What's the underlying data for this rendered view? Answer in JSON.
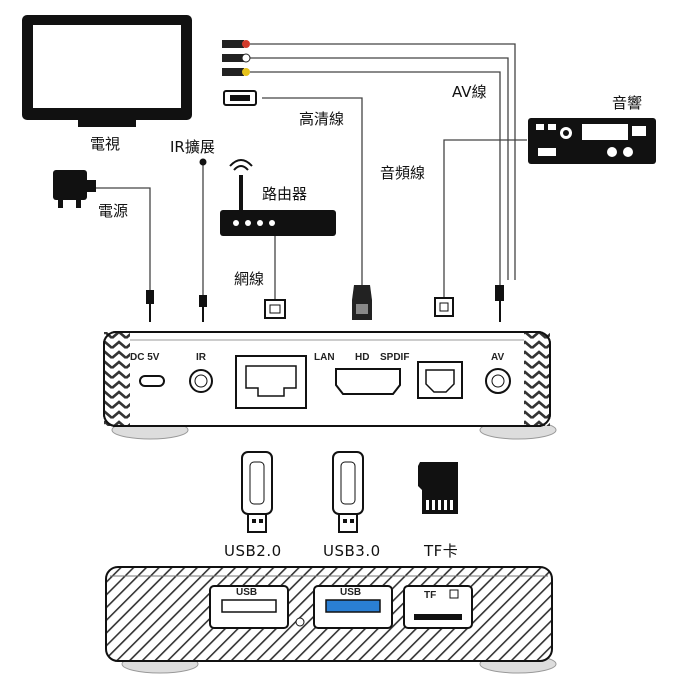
{
  "devices": {
    "tv": "電視",
    "power": "電源",
    "ir_extender": "IR擴展",
    "router": "路由器",
    "network_cable": "網線",
    "hdmi_cable": "高清線",
    "audio_cable": "音頻線",
    "av_cable": "AV線",
    "amplifier": "音響"
  },
  "rear_panel": {
    "dc": "DC 5V",
    "ir": "IR",
    "lan": "LAN",
    "hd": "HD",
    "spdif": "SPDIF",
    "av": "AV"
  },
  "media": {
    "usb2": "USB2.0",
    "usb3": "USB3.0",
    "tf": "TF卡"
  },
  "front_panel": {
    "usb_a": "USB",
    "usb_b": "USB",
    "tf": "TF"
  },
  "colors": {
    "line": "#111111",
    "hatch": "#333333",
    "usb3_blue": "#2a7fd4",
    "plug_red": "#d23a2a",
    "plug_yellow": "#e6c21a"
  }
}
